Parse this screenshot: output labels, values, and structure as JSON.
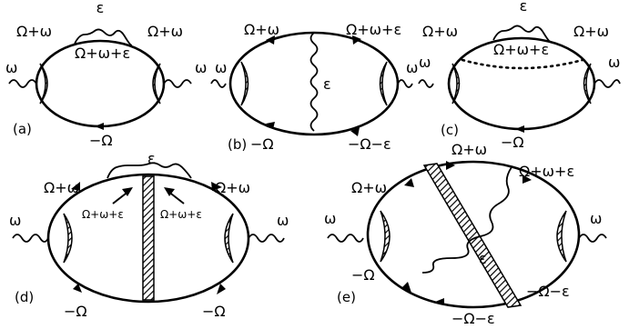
{
  "labels": {
    "a_tl": "Ω+ω",
    "a_tr": "Ω+ω",
    "a_mid": "Ω+ω+ε",
    "a_eps": "ε",
    "a_wl": "ω",
    "a_wr": "ω",
    "a_bot": "−Ω",
    "a_panel": "(a)",
    "b_tl": "Ω+ω",
    "b_tr": "Ω+ω+ε",
    "b_eps": "ε",
    "b_wl": "ω",
    "b_wr": "ω",
    "b_bl": "−Ω",
    "b_br": "−Ω−ε",
    "b_panel": "(b)",
    "c_tl": "Ω+ω",
    "c_tr": "Ω+ω",
    "c_mid": "Ω+ω+ε",
    "c_eps": "ε",
    "c_wl": "ω",
    "c_wr": "ω",
    "c_bot": "−Ω",
    "c_panel": "(c)",
    "d_tl": "Ω+ω",
    "d_tr": "Ω+ω",
    "d_il": "Ω+ω+ε",
    "d_ir": "Ω+ω+ε",
    "d_eps": "ε",
    "d_wl": "ω",
    "d_wr": "ω",
    "d_bl": "−Ω",
    "d_br": "−Ω",
    "d_panel": "(d)",
    "e_top": "Ω+ω",
    "e_tl": "Ω+ω",
    "e_tr": "Ω+ω+ε",
    "e_eps": "ε",
    "e_wl": "ω",
    "e_wr": "ω",
    "e_bl": "−Ω",
    "e_br": "−Ω−ε",
    "e_bot": "−Ω−ε",
    "e_panel": "(e)"
  }
}
